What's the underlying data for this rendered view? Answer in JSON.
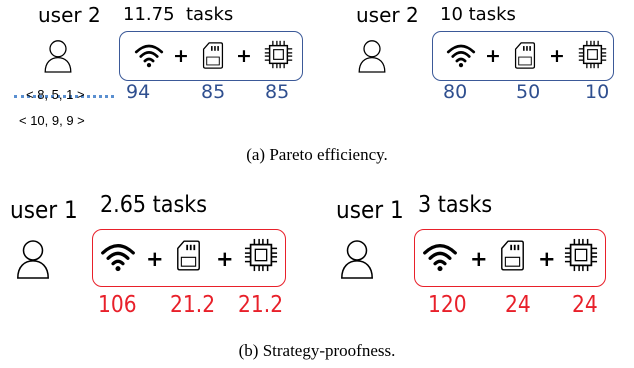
{
  "panel_a": {
    "caption": "(a) Pareto efficiency.",
    "left": {
      "user": "user 2",
      "tasks": "11.75  tasks",
      "values": [
        "94",
        "85",
        "85"
      ],
      "vector_1": "< 8, 5, 1 >",
      "vector_2": "< 10, 9, 9 >"
    },
    "right": {
      "user": "user 2",
      "tasks": "10 tasks",
      "values": [
        "80",
        "50",
        "10"
      ]
    }
  },
  "panel_b": {
    "caption": "(b) Strategy-proofness.",
    "left": {
      "user": "user 1",
      "tasks": "2.65 tasks",
      "values": [
        "106",
        "21.2",
        "21.2"
      ]
    },
    "right": {
      "user": "user 1",
      "tasks": "3 tasks",
      "values": [
        "120",
        "24",
        "24"
      ]
    }
  },
  "plus_sign": "+",
  "icons": [
    "user-icon",
    "wifi-icon",
    "sd-card-icon",
    "cpu-chip-icon"
  ],
  "colors": {
    "blue_box": "#3b5998",
    "blue_text": "#2f4f8f",
    "red": "#e8202a",
    "dotted_line": "#5a8fd0",
    "black": "#000000"
  }
}
